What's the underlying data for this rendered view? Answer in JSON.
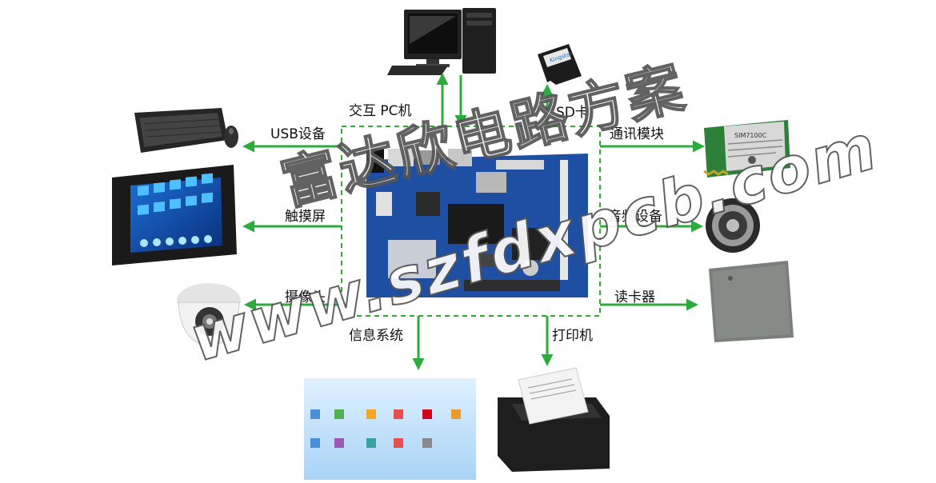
{
  "labels": {
    "pc": "交互 PC机",
    "sd": "SD卡",
    "usb": "USB设备",
    "comm": "通讯模块",
    "touch": "触摸屏",
    "audio": "音频设备",
    "camera": "摄像头",
    "reader": "读卡器",
    "info": "信息系统",
    "printer": "打印机"
  },
  "watermark": {
    "company": "富达欣电路方案",
    "site": "www.szfdxpcb.com"
  },
  "colors": {
    "arrow": "#2eab3d",
    "board": "#1f4fa3",
    "frame": "#33a833"
  }
}
